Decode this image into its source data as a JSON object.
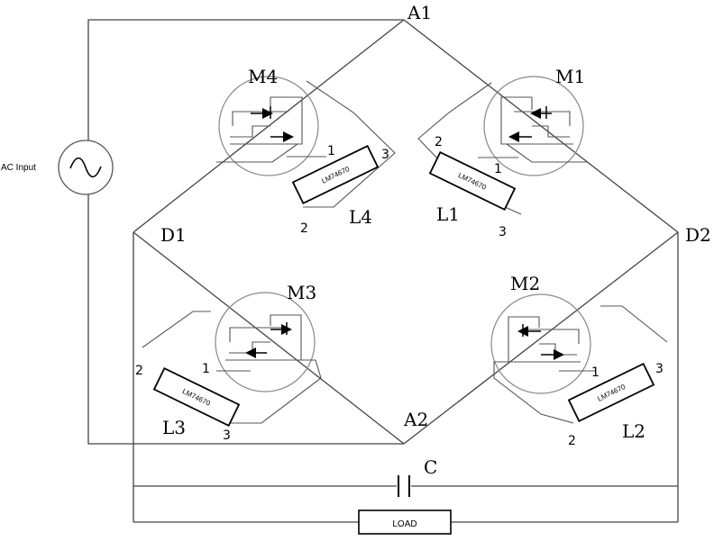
{
  "diagram": {
    "source": {
      "label": "AC Input"
    },
    "nodes": {
      "a1": "A1",
      "a2": "A2",
      "d1": "D1",
      "d2": "D2"
    },
    "mosfets": [
      {
        "id": "M4",
        "label": "M4"
      },
      {
        "id": "M1",
        "label": "M1"
      },
      {
        "id": "M3",
        "label": "M3"
      },
      {
        "id": "M2",
        "label": "M2"
      }
    ],
    "controllers": [
      {
        "id": "L4",
        "label": "L4",
        "chip_text": "LM74670",
        "pins": [
          "1",
          "2",
          "3"
        ]
      },
      {
        "id": "L1",
        "label": "L1",
        "chip_text": "LM74670",
        "pins": [
          "1",
          "2",
          "3"
        ]
      },
      {
        "id": "L3",
        "label": "L3",
        "chip_text": "LM74670",
        "pins": [
          "1",
          "2",
          "3"
        ]
      },
      {
        "id": "L2",
        "label": "L2",
        "chip_text": "LM74670",
        "pins": [
          "1",
          "2",
          "3"
        ]
      }
    ],
    "capacitor": {
      "label": "C"
    },
    "load": {
      "label": "LOAD"
    }
  }
}
